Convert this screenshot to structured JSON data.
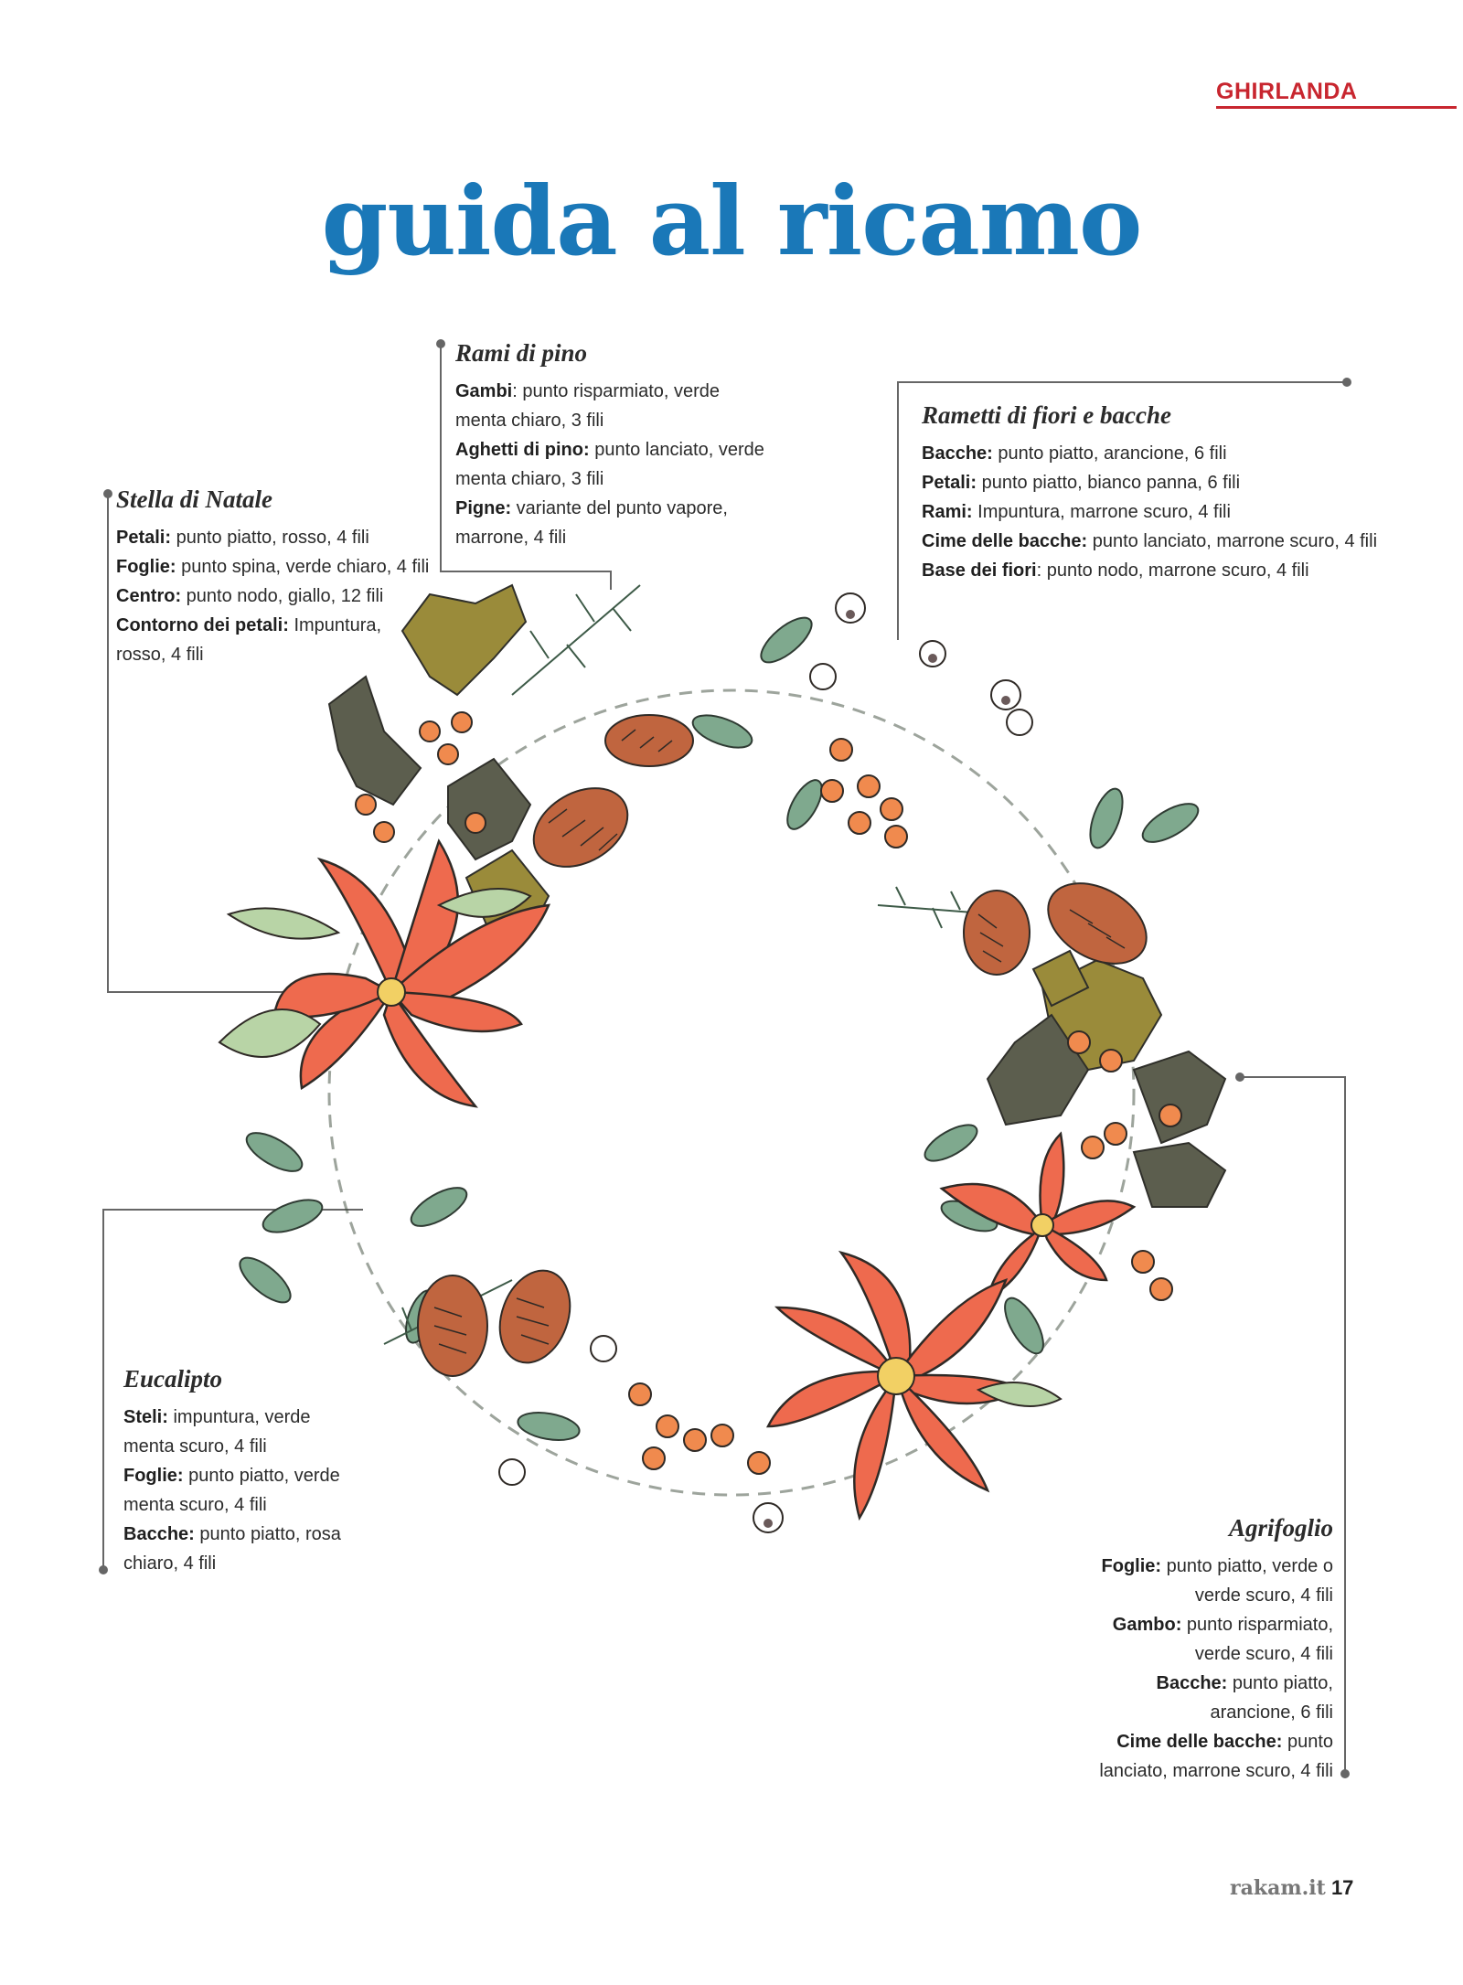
{
  "header": {
    "section": "GHIRLANDA",
    "title": "guida al ricamo"
  },
  "colors": {
    "accent_red": "#c8262f",
    "title_blue": "#1a78b8"
  },
  "rami_di_pino": {
    "title": "Rami di pino",
    "lines": [
      {
        "b": "Gambi",
        "t": ": punto risparmiato, verde"
      },
      {
        "b": "",
        "t": "menta chiaro, 3 fili"
      },
      {
        "b": "Aghetti di pino:",
        "t": " punto lanciato, verde"
      },
      {
        "b": "",
        "t": "menta chiaro, 3 fili"
      },
      {
        "b": "Pigne:",
        "t": " variante del punto vapore,"
      },
      {
        "b": "",
        "t": "marrone, 4 fili"
      }
    ]
  },
  "rametti": {
    "title": "Rametti di fiori e bacche",
    "lines": [
      {
        "b": "Bacche:",
        "t": " punto piatto, arancione, 6 fili"
      },
      {
        "b": "Petali:",
        "t": " punto piatto, bianco panna, 6 fili"
      },
      {
        "b": "Rami:",
        "t": " Impuntura, marrone scuro, 4 fili"
      },
      {
        "b": "Cime delle bacche:",
        "t": " punto lanciato, marrone scuro, 4 fili"
      },
      {
        "b": "Base dei fiori",
        "t": ": punto nodo, marrone scuro, 4 fili"
      }
    ]
  },
  "stella": {
    "title": "Stella di Natale",
    "lines": [
      {
        "b": "Petali:",
        "t": " punto piatto, rosso, 4 fili"
      },
      {
        "b": "Foglie:",
        "t": " punto spina, verde chiaro, 4 fili"
      },
      {
        "b": "Centro:",
        "t": " punto nodo, giallo, 12 fili"
      },
      {
        "b": "Contorno dei petali:",
        "t": " Impuntura,"
      },
      {
        "b": "",
        "t": "rosso, 4 fili"
      }
    ]
  },
  "eucalipto": {
    "title": "Eucalipto",
    "lines": [
      {
        "b": "Steli:",
        "t": " impuntura, verde"
      },
      {
        "b": "",
        "t": "menta scuro, 4 fili"
      },
      {
        "b": "Foglie:",
        "t": " punto piatto, verde"
      },
      {
        "b": "",
        "t": "menta scuro, 4 fili"
      },
      {
        "b": "Bacche:",
        "t": " punto piatto, rosa"
      },
      {
        "b": "",
        "t": "chiaro, 4 fili"
      }
    ]
  },
  "agrifoglio": {
    "title": "Agrifoglio",
    "lines": [
      {
        "b": "Foglie:",
        "t": " punto piatto, verde o"
      },
      {
        "b": "",
        "t": "verde scuro, 4 fili"
      },
      {
        "b": "Gambo:",
        "t": " punto risparmiato,"
      },
      {
        "b": "",
        "t": "verde scuro, 4 fili"
      },
      {
        "b": "Bacche:",
        "t": " punto piatto,"
      },
      {
        "b": "",
        "t": "arancione, 6 fili"
      },
      {
        "b": "Cime delle bacche:",
        "t": " punto"
      },
      {
        "b": "",
        "t": "lanciato, marrone scuro, 4 fili"
      }
    ]
  },
  "footer": {
    "site": "rakam.it",
    "page": "17"
  }
}
